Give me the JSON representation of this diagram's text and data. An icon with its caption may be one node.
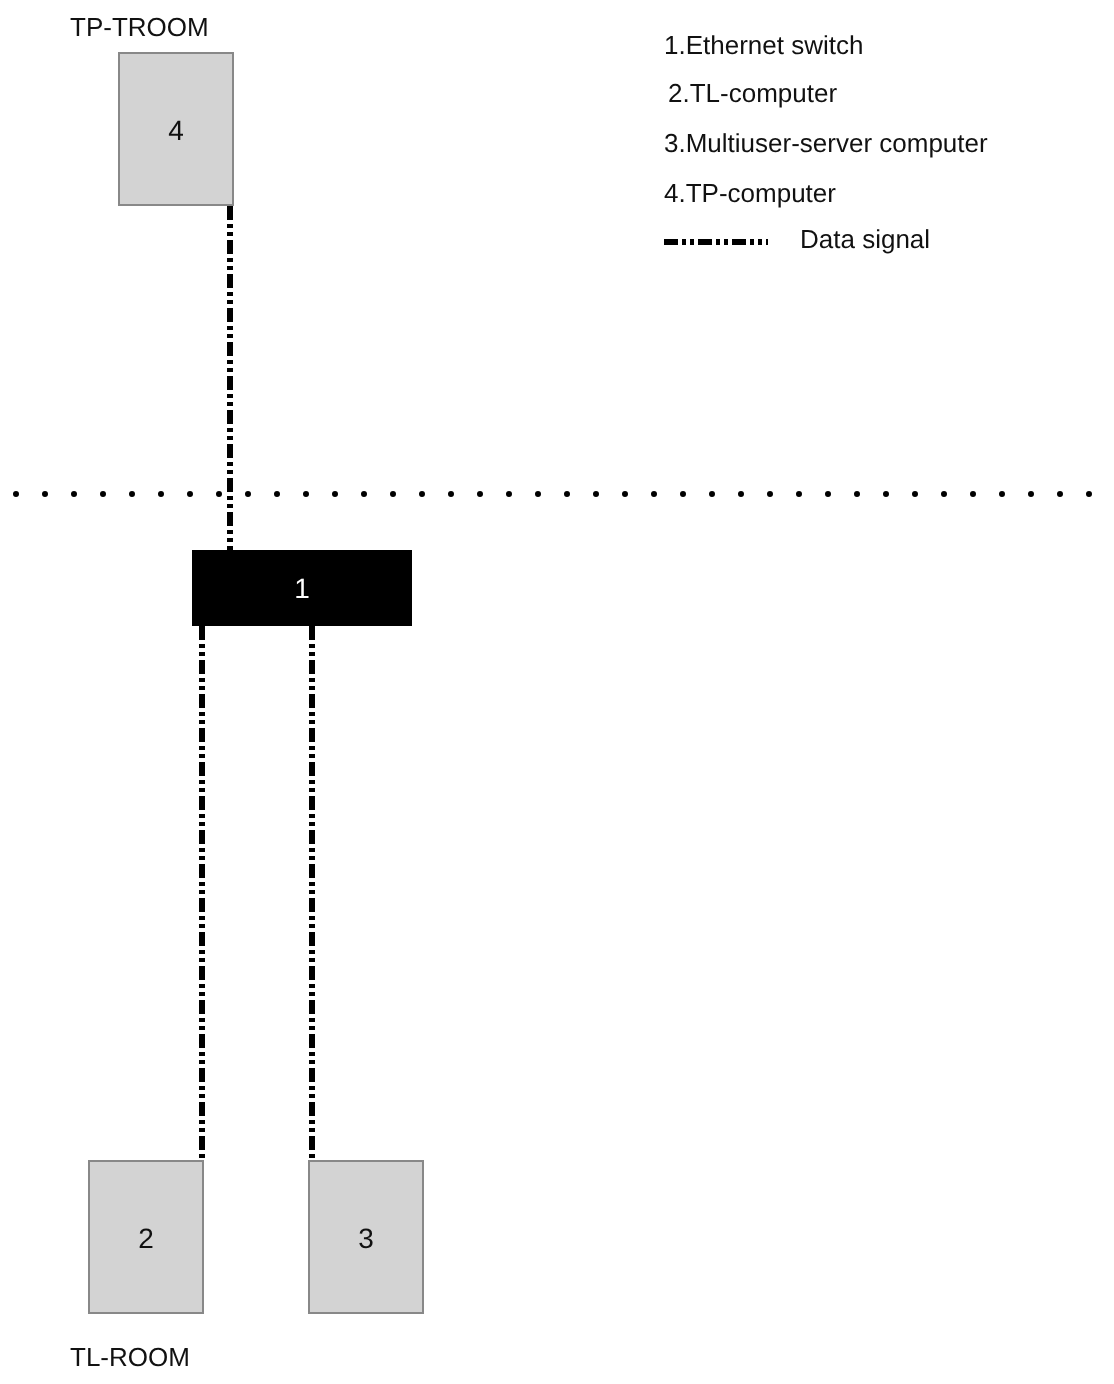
{
  "diagram": {
    "nodes": [
      {
        "text": [
          "4"
        ]
      },
      {
        "text": [
          "1"
        ]
      },
      {
        "text": [
          "2"
        ]
      },
      {
        "text": [
          "3"
        ]
      }
    ],
    "edges": [
      {
        "from": 0,
        "to": 1,
        "arrow": "none",
        "style": "dashed"
      },
      {
        "from": 1,
        "to": 2,
        "arrow": "none",
        "style": "dashed"
      },
      {
        "from": 1,
        "to": 3,
        "arrow": "none",
        "style": "dashed"
      }
    ],
    "labels": [
      "TP-TROOM",
      "1.Ethernet switch",
      "2.TL-computer",
      "3.Multiuser-server computer",
      "4.TP-computer",
      "TL-ROOM"
    ],
    "legend": [
      {
        "text": "Data signal"
      }
    ]
  }
}
